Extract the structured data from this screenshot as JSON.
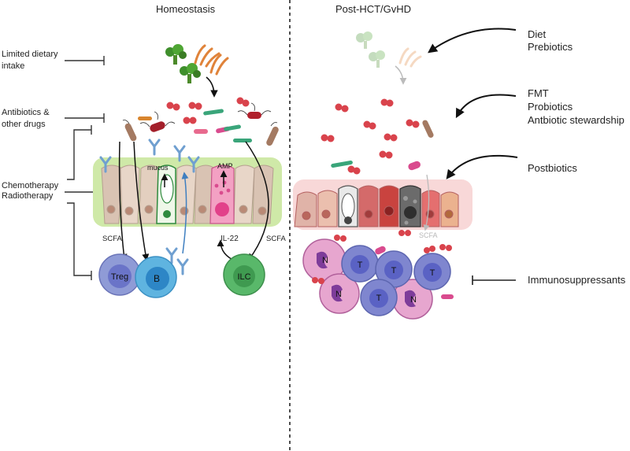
{
  "headers": {
    "left": "Homeostasis",
    "right": "Post-HCT/GvHD"
  },
  "left_labels": {
    "diet_line1": "Limited dietary",
    "diet_line2": "intake",
    "abx_line1": "Antibiotics &",
    "abx_line2": "other drugs",
    "chemo": "Chemotherapy",
    "radio": "Radiotherapy"
  },
  "right_labels": {
    "diet": "Diet",
    "prebiotics": "Prebiotics",
    "fmt": "FMT",
    "probiotics": "Probiotics",
    "stewardship": "Antbiotic stewardship",
    "postbiotics": "Postbiotics",
    "immunosuppressants": "Immunosuppressants"
  },
  "diagram_labels": {
    "mucus": "mucus",
    "amp": "AMP",
    "scfa_left": "SCFA",
    "scfa_mid": "SCFA",
    "il22": "IL-22",
    "scfa_right": "SCFA",
    "treg": "Treg",
    "b": "B",
    "ilc": "ILC",
    "t": "T",
    "n": "N"
  },
  "colors": {
    "epithelium_healthy": "#cfe9a8",
    "epithelium_damaged": "#f8d8d8",
    "treg": "#8f9bd6",
    "b_cell": "#5fb4e0",
    "ilc": "#59b86a",
    "t_cell": "#7f86cf",
    "neutrophil": "#e7a6cf",
    "bacteria_red": "#d9434c",
    "bacteria_green": "#3aa57a",
    "antibody": "#6f9fd0"
  }
}
